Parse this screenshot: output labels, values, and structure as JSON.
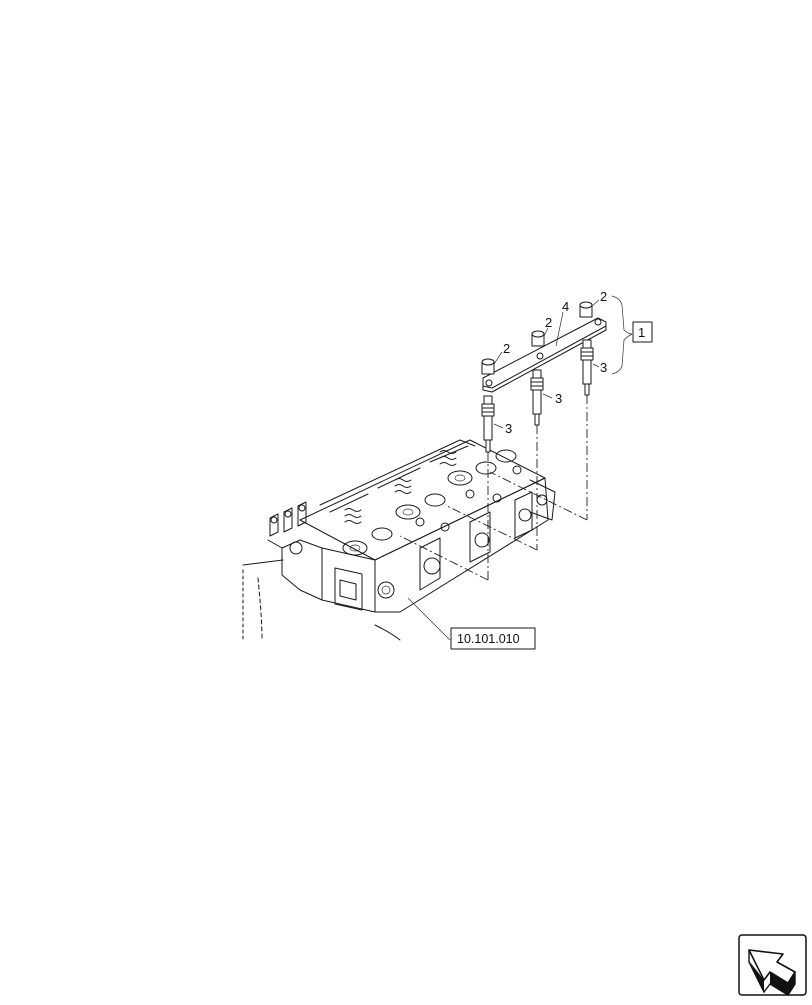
{
  "callouts": {
    "assembly": "1",
    "nut_left": "2",
    "nut_mid": "2",
    "nut_right": "2",
    "plug_left": "3",
    "plug_mid": "3",
    "plug_right": "3",
    "bar": "4"
  },
  "reference_label": "10.101.010",
  "icons": {
    "nav": "next-page-arrow-icon"
  }
}
